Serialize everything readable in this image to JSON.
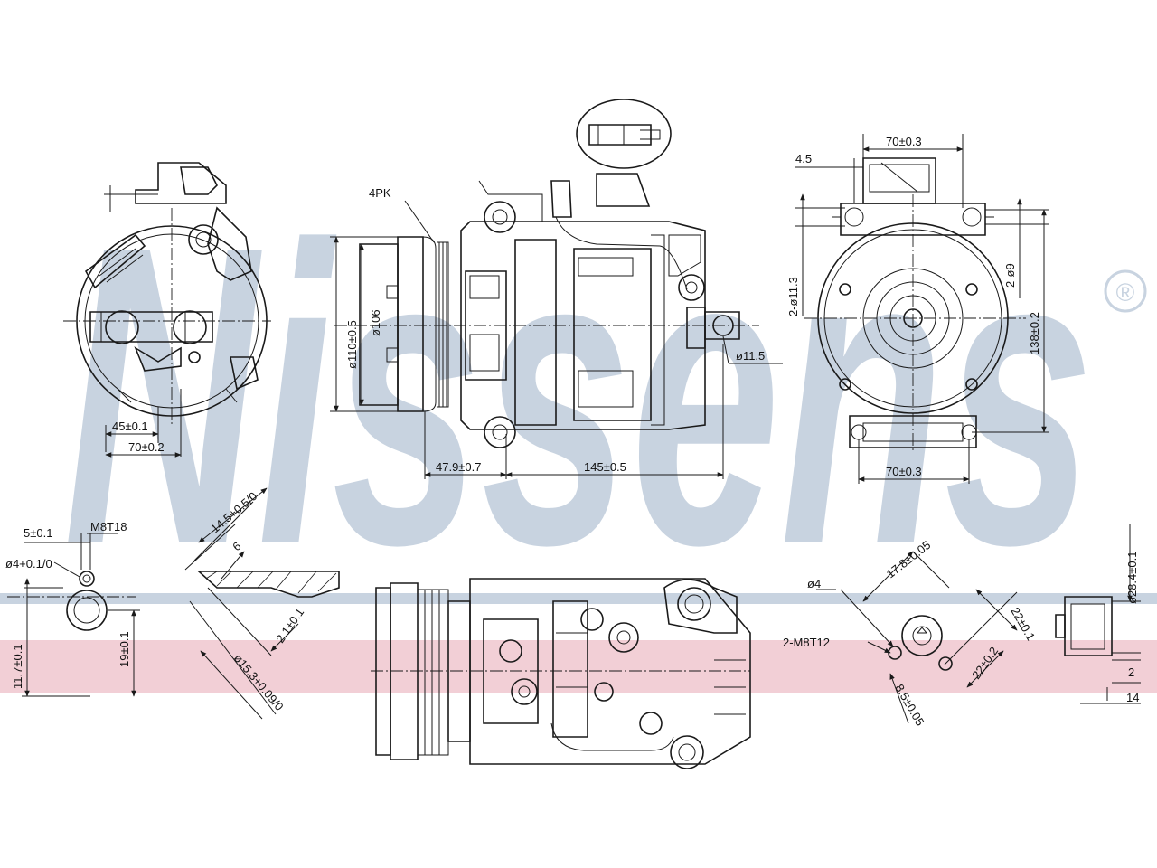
{
  "watermark": {
    "brand": "Nissens",
    "registered_mark": "®"
  },
  "colors": {
    "watermark": "#c8d3e0",
    "band": "#f2cfd6",
    "line": "#1a1a1a",
    "background": "#ffffff"
  },
  "left_view": {
    "dim_45": "45±0.1",
    "dim_70": "70±0.2"
  },
  "side_view": {
    "belt_label": "4PK",
    "dia_110": "ø110±0.5",
    "dia_106": "ø106",
    "dia_115": "ø11.5",
    "dim_47_9": "47.9±0.7",
    "dim_145": "145±0.5"
  },
  "front_view": {
    "dim_70_top": "70±0.3",
    "dim_4_5": "4.5",
    "holes_11_3": "2-ø11.3",
    "holes_9": "2-ø9",
    "dim_138": "138±0.2",
    "dim_70_bottom": "70±0.3"
  },
  "port_detail": {
    "dim_5": "5±0.1",
    "thread": "M8T18",
    "dia_4": "ø4+0.1/0",
    "dim_11_7": "11.7±0.1",
    "dim_19": "19±0.1"
  },
  "section_detail": {
    "dim_14_5": "14.5+0.5/0",
    "dim_6": "6",
    "dim_2_1": "2.1±0.1",
    "dia_15_3": "ø15.3+0.09/0"
  },
  "flange_detail": {
    "dia_4": "ø4",
    "dim_17_8": "17.8±0.05",
    "thread": "2-M8T12",
    "dim_22a": "22±0.1",
    "dim_22b": "22±0.2",
    "dim_8_5": "8.5±0.05"
  },
  "small_side": {
    "dia_28_4": "ø28.4±0.1",
    "dim_2": "2",
    "dim_14": "14"
  }
}
